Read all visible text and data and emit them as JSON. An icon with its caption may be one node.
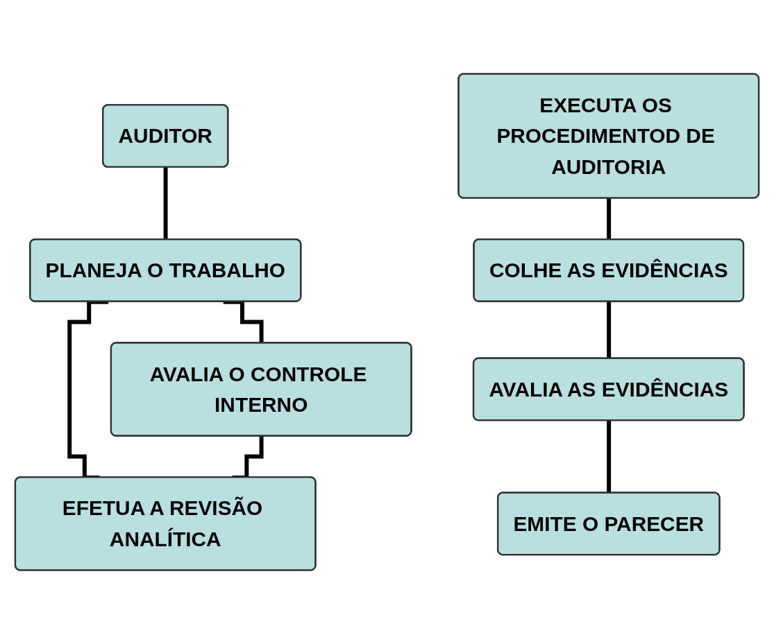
{
  "diagram": {
    "nodes": [
      {
        "text": [
          "AUDITOR"
        ]
      },
      {
        "text": [
          "PLANEJA O TRABALHO"
        ]
      },
      {
        "text": [
          "AVALIA O CONTROLE INTERNO"
        ]
      },
      {
        "text": [
          "EFETUA A REVISÃO ANALÍTICA"
        ]
      },
      {
        "text": [
          "EXECUTA OS PROCEDIMENTOD DE AUDITORIA"
        ]
      },
      {
        "text": [
          "COLHE AS EVIDÊNCIAS"
        ]
      },
      {
        "text": [
          "AVALIA AS EVIDÊNCIAS"
        ]
      },
      {
        "text": [
          "EMITE O PARECER"
        ]
      }
    ],
    "edges": [
      {
        "from": 0,
        "to": 1,
        "arrow": "none"
      },
      {
        "from": 1,
        "to": 2,
        "arrow": "none"
      },
      {
        "from": 1,
        "to": 3,
        "arrow": "none"
      },
      {
        "from": 2,
        "to": 3,
        "arrow": "none"
      },
      {
        "from": 4,
        "to": 5,
        "arrow": "none"
      },
      {
        "from": 5,
        "to": 6,
        "arrow": "none"
      },
      {
        "from": 6,
        "to": 7,
        "arrow": "none"
      }
    ]
  }
}
